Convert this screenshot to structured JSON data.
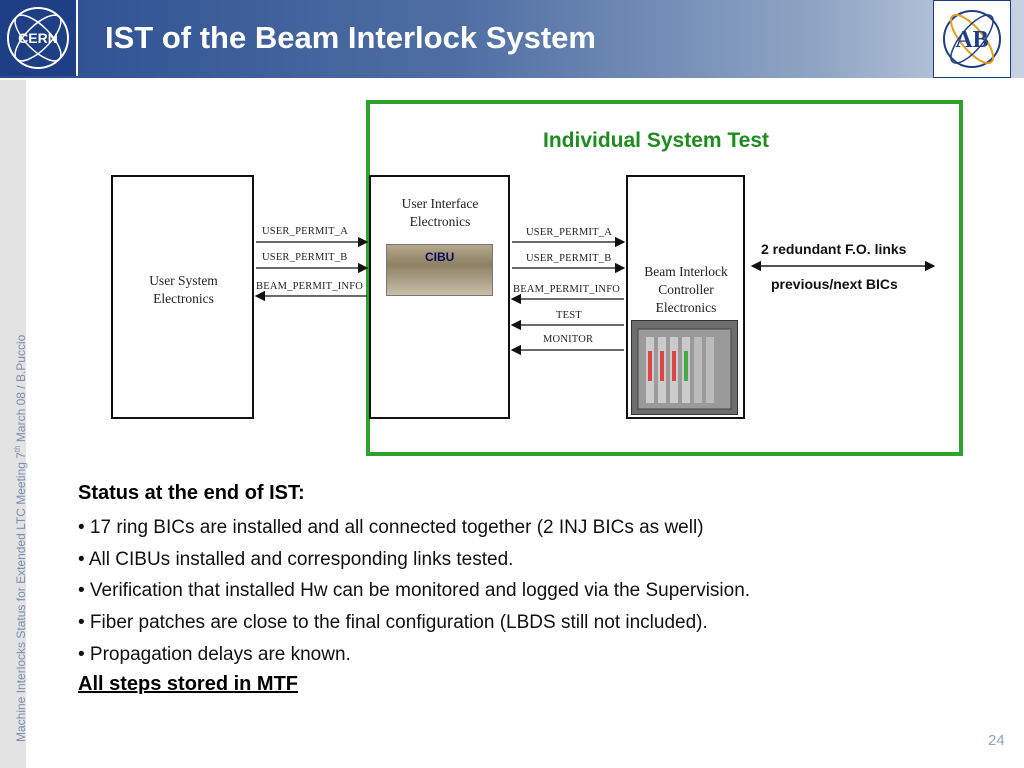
{
  "header": {
    "title": "IST of the Beam Interlock System",
    "left_logo_text": "CERN",
    "right_logo_text": "AB"
  },
  "side_strip": {
    "text_part1": "Machine Interlocks Status  for  Extended LTC  Meeting 7",
    "text_sup": "th",
    "text_part2": " March 08 /  B.Puccio"
  },
  "diagram": {
    "frame_title": "Individual System Test",
    "user_system_label": "User System Electronics",
    "user_interface_label": "User Interface Electronics",
    "bic_label": "Beam Interlock Controller Electronics",
    "cibu_label": "CIBU",
    "left_signals": [
      "USER_PERMIT_A",
      "USER_PERMIT_B",
      "BEAM_PERMIT_INFO"
    ],
    "right_signals": [
      "USER_PERMIT_A",
      "USER_PERMIT_B",
      "BEAM_PERMIT_INFO",
      "TEST",
      "MONITOR"
    ],
    "fo_links": "2 redundant F.O. links",
    "fo_next": "previous/next BICs"
  },
  "content": {
    "status_title": "Status at the end of IST:",
    "bullets": [
      "• 17 ring BICs are installed and all connected together (2 INJ BICs as well)",
      "• All CIBUs installed and corresponding links tested.",
      "• Verification that installed Hw can be monitored and logged via the Supervision.",
      "• Fiber patches are close to the final configuration (LBDS still not included).",
      "• Propagation delays are known."
    ],
    "final_line": "All steps stored in MTF"
  },
  "page_number": "24",
  "colors": {
    "header_blue": "#2a4d8f",
    "frame_green": "#2ea12e",
    "title_green": "#1e8c1e",
    "side_text": "#7b8eb3"
  }
}
